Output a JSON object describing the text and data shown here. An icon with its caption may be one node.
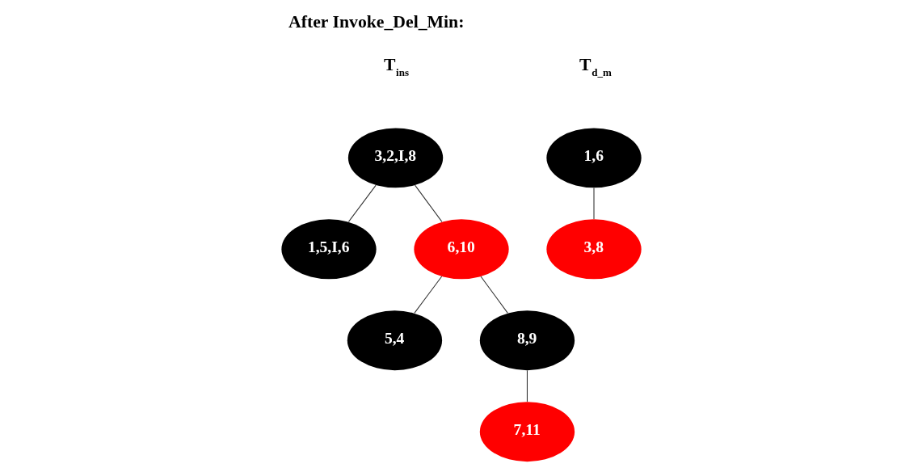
{
  "diagram": {
    "title": "After Invoke_Del_Min:",
    "nodes": [
      {
        "text": [
          "3,2,I,8"
        ],
        "beside": [
          "T$_{ins}$"
        ]
      },
      {
        "text": [
          "1,5,I,6"
        ]
      },
      {
        "text": [
          "6,10"
        ]
      },
      {
        "text": [
          "5,4"
        ]
      },
      {
        "text": [
          "8,9"
        ]
      },
      {
        "text": [
          "7,11"
        ]
      },
      {
        "text": [
          "1,6"
        ],
        "beside": [
          "T$_{d_m}$"
        ]
      },
      {
        "text": [
          "3,8"
        ]
      }
    ],
    "edges": [
      {
        "from": 0,
        "to": 1,
        "arrow": "none"
      },
      {
        "from": 0,
        "to": 2,
        "arrow": "none"
      },
      {
        "from": 2,
        "to": 3,
        "arrow": "none"
      },
      {
        "from": 2,
        "to": 4,
        "arrow": "none"
      },
      {
        "from": 4,
        "to": 5,
        "arrow": "none"
      },
      {
        "from": 6,
        "to": 7,
        "arrow": "none"
      }
    ]
  }
}
